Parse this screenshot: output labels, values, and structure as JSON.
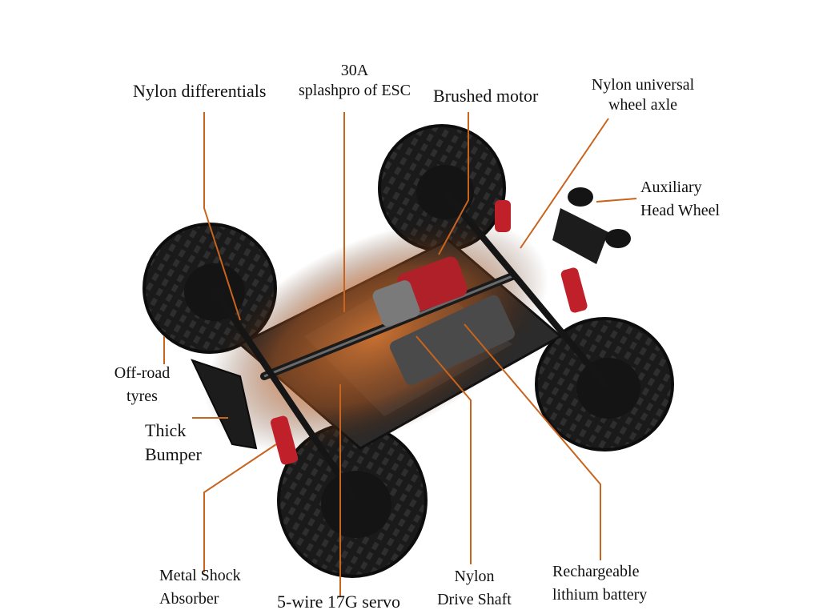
{
  "labels": {
    "nylon_differentials": "Nylon differentials",
    "esc_line1": "30A",
    "esc_line2": "splashpro of ESC",
    "brushed_motor": "Brushed motor",
    "axle_line1": "Nylon universal",
    "axle_line2": "wheel axle",
    "aux_line1": "Auxiliary",
    "aux_line2": "Head Wheel",
    "tyres_line1": "Off-road",
    "tyres_line2": "tyres",
    "bumper_line1": "Thick",
    "bumper_line2": "Bumper",
    "shock_line1": "Metal Shock",
    "shock_line2": "Absorber",
    "servo": "5-wire 17G servo",
    "shaft_line1": "Nylon",
    "shaft_line2": "Drive Shaft",
    "battery_line1": "Rechargeable",
    "battery_line2": "lithium battery"
  },
  "colors": {
    "leader_line": "#c8641e",
    "glow": "#d9732a",
    "tyre": "#1b1b1b",
    "chassis": "#2a2a2a",
    "accent_red": "#c0202a"
  }
}
